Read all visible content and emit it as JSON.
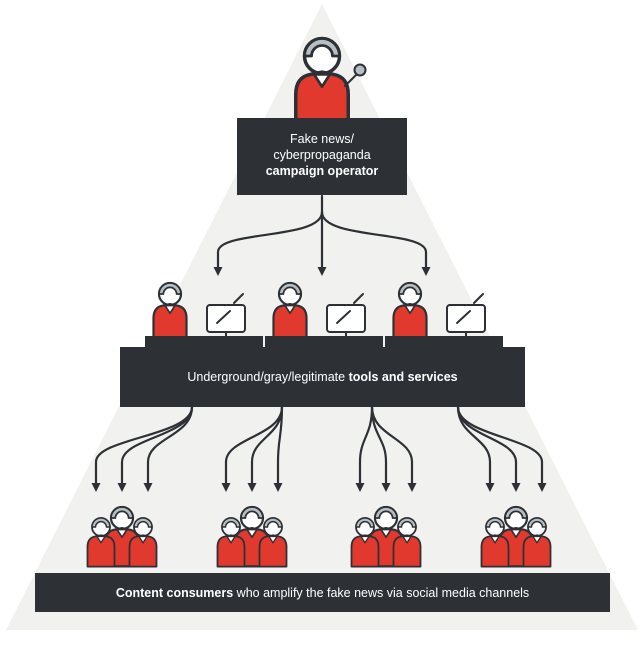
{
  "palette": {
    "accent_red": "#e2392e",
    "banner_dark": "#2d3136",
    "hair_gray": "#b7bfc3",
    "pyramid_gray": "#f1f1ef",
    "background": "#ffffff"
  },
  "tiers": {
    "operator": {
      "line1": "Fake news/",
      "line2": "cyberpropaganda",
      "line3_bold": "campaign operator"
    },
    "tools": {
      "text_normal": "Underground/gray/legitimate ",
      "text_bold": "tools and services"
    },
    "consumers": {
      "text_bold": "Content consumers",
      "text_normal": " who amplify the fake news via social media channels"
    }
  }
}
